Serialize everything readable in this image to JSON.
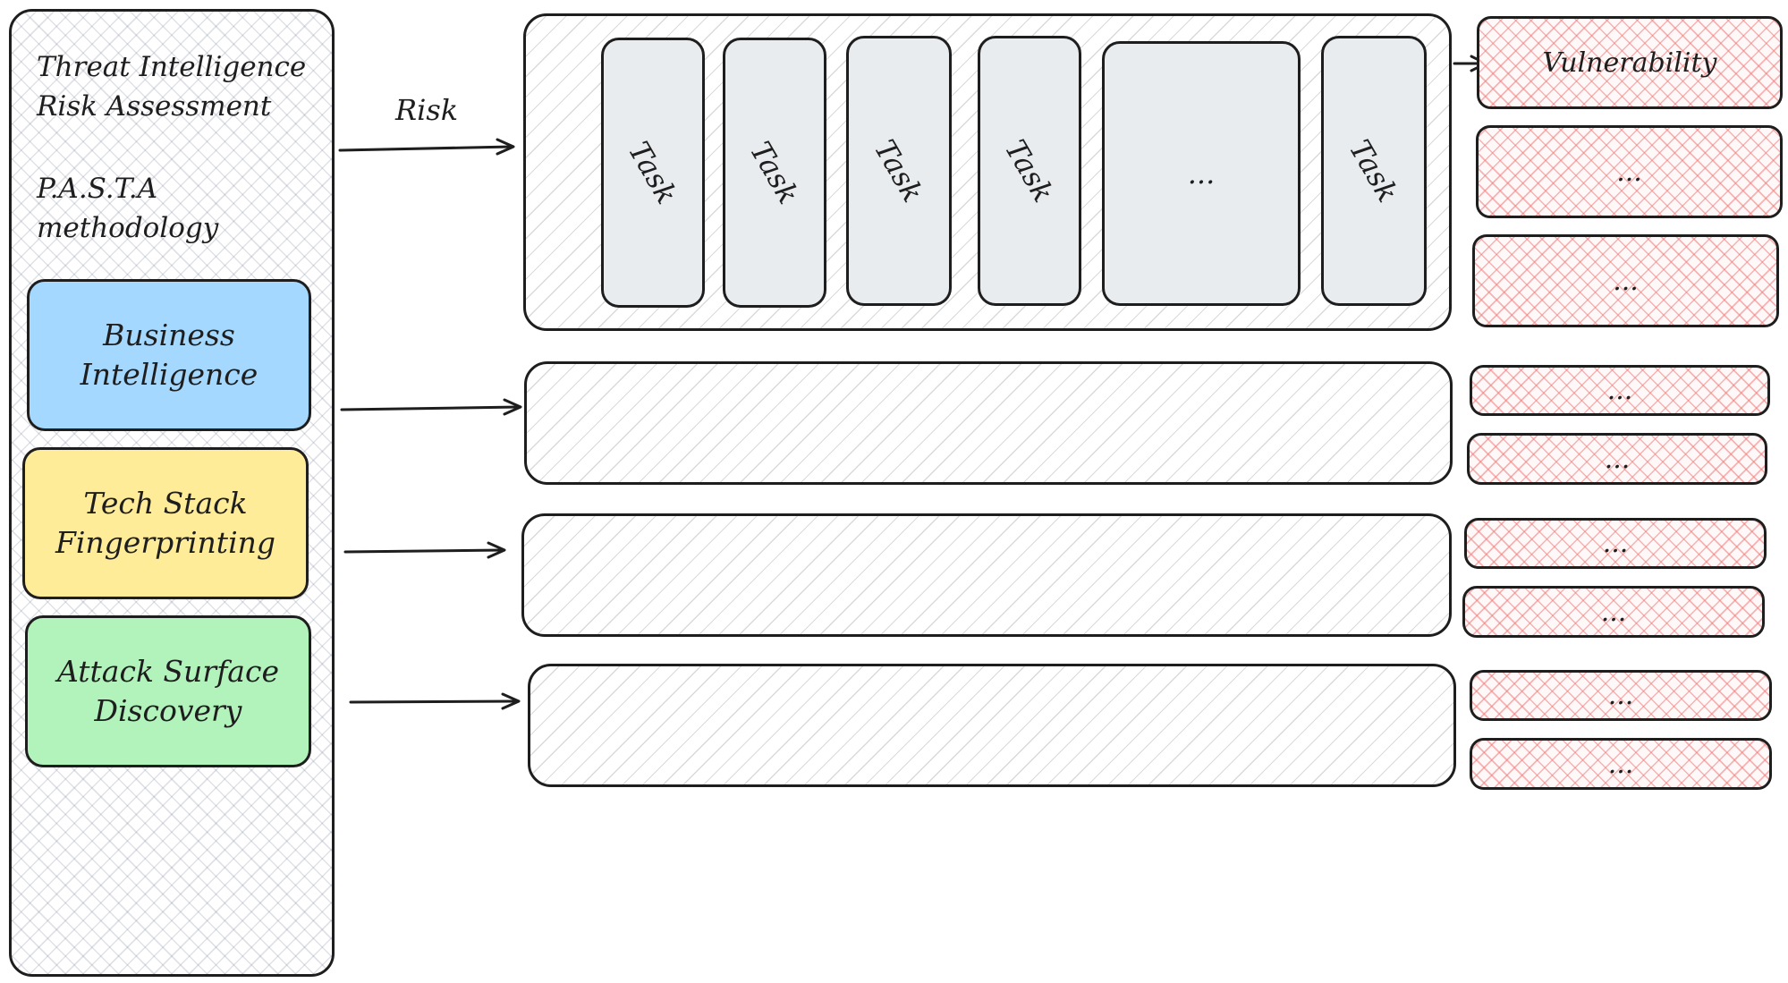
{
  "left_panel": {
    "title": "Threat Intelligence\nRisk Assessment",
    "subtitle": "P.A.S.T.A\nmethodology",
    "boxes": [
      {
        "label": "Business\nIntelligence",
        "color": "#a5d8ff"
      },
      {
        "label": "Tech Stack\nFingerprinting",
        "color": "#ffec99"
      },
      {
        "label": "Attack Surface\nDiscovery",
        "color": "#b2f2bb"
      }
    ]
  },
  "arrow_label": "Risk",
  "tasks": [
    "Task",
    "Task",
    "Task",
    "Task",
    "...",
    "Task"
  ],
  "vulnerabilities": {
    "row1": [
      "Vulnerability",
      "...",
      "..."
    ],
    "row2": [
      "...",
      "..."
    ],
    "row3": [
      "...",
      "..."
    ],
    "row4": [
      "...",
      "..."
    ]
  },
  "colors": {
    "stroke": "#1e1e1e",
    "task_fill": "#e9ecef",
    "vuln_hatch": "#f08080"
  }
}
